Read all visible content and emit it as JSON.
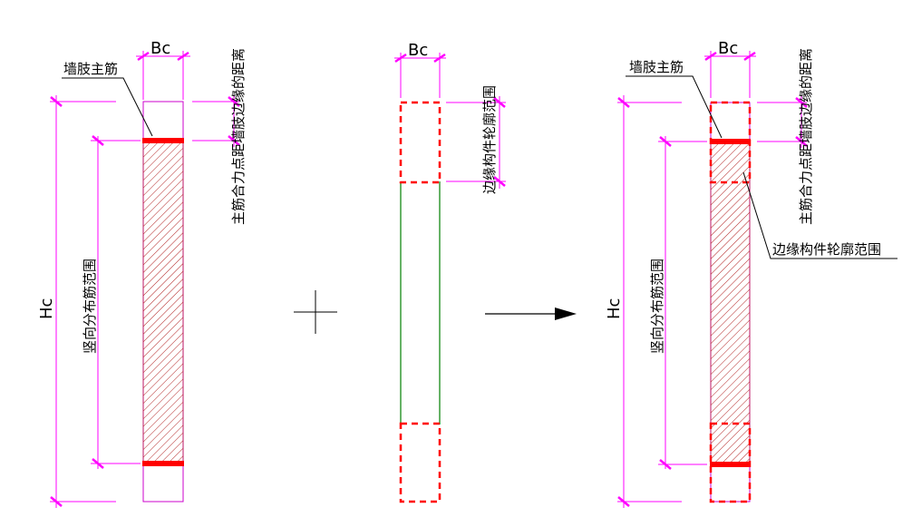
{
  "labels": {
    "bc": "Bc",
    "hc": "Hc",
    "wall_main_bar": "墙肢主筋",
    "main_bar_centroid_distance": "主筋合力点距墙肢边缘的距离",
    "vertical_distributed_bar_range": "竖向分布筋范围",
    "boundary_element_outline_range": "边缘构件轮廓范围",
    "plus_sign": "+"
  },
  "colors": {
    "dimension": "#ff00ff",
    "outline": "#cc00cc",
    "hatch": "#b22222",
    "rebar": "#ff0000",
    "boundary_dash": "#ff0000",
    "green_edge": "#008000",
    "arrow": "#000000"
  }
}
